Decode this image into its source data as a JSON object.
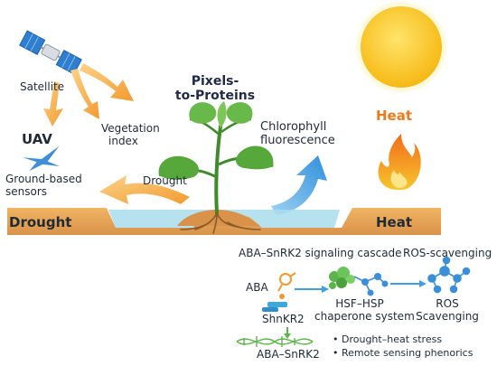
{
  "sources": {
    "satellite": "Satellite",
    "uav": "UAV",
    "ground_line1": "Ground-based",
    "ground_line2": "sensors"
  },
  "title": {
    "line1": "Pixels-",
    "line2": "to-Proteins"
  },
  "traits": {
    "vegetation_line1": "Vegetation",
    "vegetation_line2": "index",
    "chlorophyll_line1": "Chlorophyll",
    "chlorophyll_line2": "fluorescence",
    "drought_arrow": "Drought"
  },
  "stress": {
    "heat_top": "Heat",
    "drought_band": "Drought",
    "heat_band": "Heat"
  },
  "molecular": {
    "aba_cascade": "ABA–SnRK2 signaling cascade",
    "ros_title": "ROS-scavenging",
    "aba": "ABA",
    "shnkr2": "ShnKR2",
    "aba_snrk2": "ABA–SnRK2",
    "hsf_line1": "HSF–HSP",
    "hsf_line2": "chaperone system",
    "ros_line1": "ROS",
    "ros_line2": "Scavenging"
  },
  "bullets": [
    "Drought–heat stress",
    "Remote sensing phenorics"
  ],
  "colors": {
    "orange_arrow": "#f3a23f",
    "blue_arrow": "#3f9ee0",
    "soil": "#e5a654",
    "water": "#a9dcec",
    "heat_text": "#f07a1a",
    "sun": "#f8c21c",
    "leaf": "#57a83a",
    "molecule_blue": "#3b8fd8",
    "molecule_green": "#5bb54a"
  },
  "icons": [
    "satellite-icon",
    "drone-icon",
    "sun-icon",
    "flame-icon",
    "plant-icon",
    "molecule-icon",
    "dna-icon"
  ]
}
